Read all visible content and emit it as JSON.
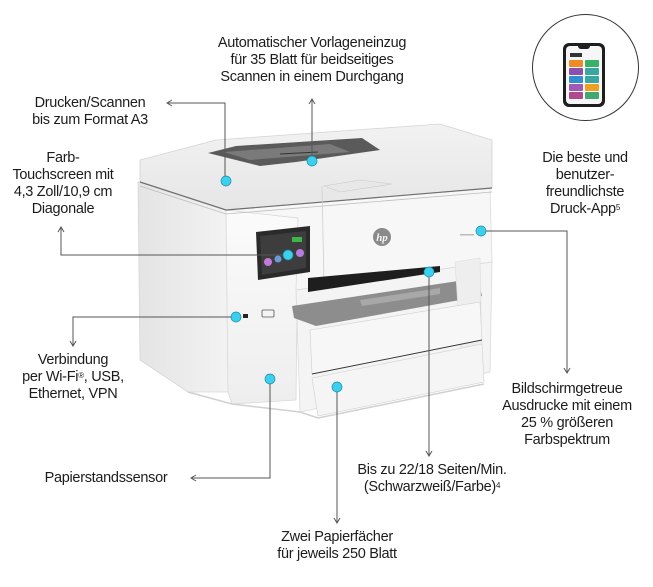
{
  "callouts": {
    "adf": {
      "line1": "Automatischer Vorlageneinzug",
      "line2": "für 35 Blatt für beidseitiges",
      "line3": "Scannen in einem Durchgang"
    },
    "a3": {
      "line1": "Drucken/Scannen",
      "line2": "bis zum Format A3"
    },
    "touchscreen": {
      "line1": "Farb-",
      "line2": "Touchscreen mit",
      "line3": "4,3 Zoll/10,9 cm",
      "line4": "Diagonale"
    },
    "app": {
      "line1": "Die beste und",
      "line2": "benutzer-",
      "line3": "freundlichste",
      "line4": "Druck-App",
      "footnote": "5"
    },
    "connectivity": {
      "line1": "Verbindung",
      "line2a": "per Wi-Fi",
      "line2_reg": "®",
      "line2b": ", USB,",
      "line3": "Ethernet, VPN"
    },
    "color": {
      "line1": "Bildschirmgetreue",
      "line2": "Ausdrucke mit einem",
      "line3": "25 % größeren",
      "line4": "Farbspektrum"
    },
    "paper_sensor": {
      "line1": "Papierstandssensor"
    },
    "speed": {
      "line1": "Bis zu 22/18 Seiten/Min.",
      "line2": "(Schwarzweiß/Farbe)",
      "footnote": "4"
    },
    "trays": {
      "line1": "Zwei Papierfächer",
      "line2": "für jeweils 250 Blatt"
    }
  },
  "printer": {
    "brand_logo": "hp"
  },
  "colors": {
    "hotspot": "#3dd0ee",
    "leader_line": "#444444",
    "app_tiles": [
      "#f08a24",
      "#3aaf6a",
      "#8a4fb0",
      "#3aa6a0",
      "#2f8fd0",
      "#3aa6a0",
      "#a259b5",
      "#f0a020",
      "#b04a8a",
      "#40a870"
    ]
  }
}
